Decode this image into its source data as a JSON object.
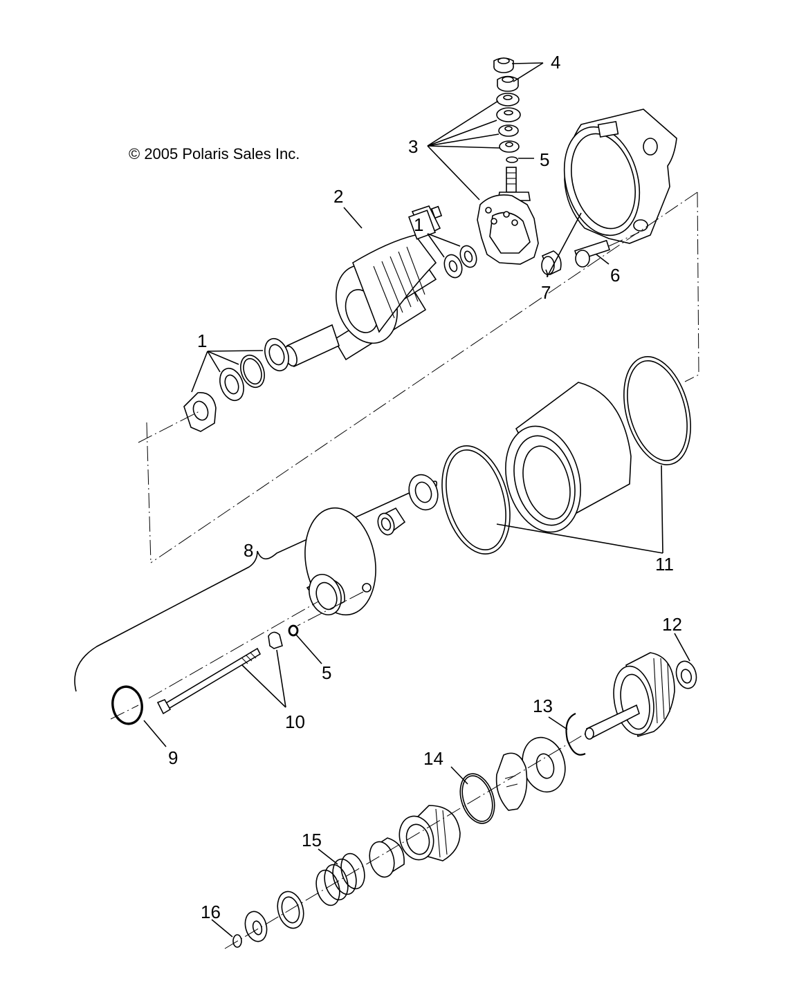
{
  "copyright": "© 2005 Polaris Sales Inc.",
  "callouts": {
    "c1a": "1",
    "c1b": "1",
    "c2": "2",
    "c3": "3",
    "c4": "4",
    "c5a": "5",
    "c5b": "5",
    "c6": "6",
    "c7": "7",
    "c8": "8",
    "c9": "9",
    "c10": "10",
    "c11": "11",
    "c12": "12",
    "c13": "13",
    "c14": "14",
    "c15": "15",
    "c16": "16"
  },
  "colors": {
    "line": "#000000",
    "background": "#ffffff"
  }
}
